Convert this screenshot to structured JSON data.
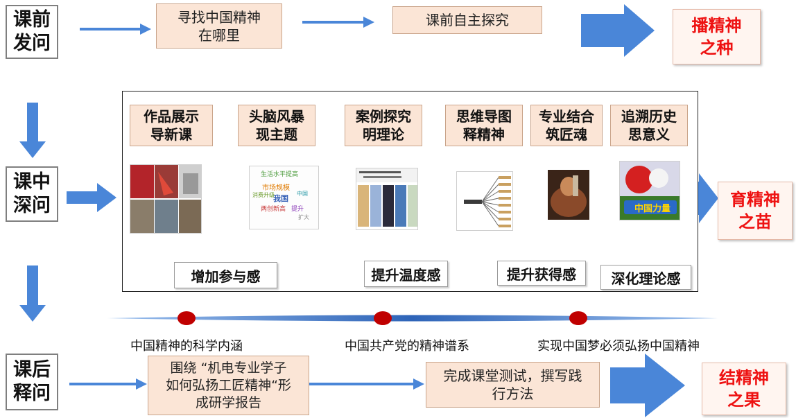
{
  "stages": {
    "pre": "课前\n发问",
    "mid": "课中\n深问",
    "post": "课后\n释问"
  },
  "pre_class": {
    "step1": "寻找中国精神\n在哪里",
    "step2": "课前自主探究",
    "goal": "播精神\n之种"
  },
  "in_class": {
    "methods": [
      "作品展示\n导新课",
      "头脑风暴\n现主题",
      "案例探究\n明理论",
      "思维导图\n释精神",
      "专业结合\n筑匠魂",
      "追溯历史\n思意义"
    ],
    "effects": [
      "增加参与感",
      "提升温度感",
      "提升获得感",
      "深化理论感"
    ],
    "goal": "育精神\n之苗",
    "wordcloud": [
      "生活水平提高",
      "市场规模",
      "我国",
      "提升",
      "消费升级",
      "两创新高",
      "中国",
      "扩大"
    ],
    "thumb_labels": [
      "中国力量"
    ]
  },
  "timeline": {
    "topics": [
      "中国精神的科学内涵",
      "中国共产党的精神谱系",
      "实现中国梦必须弘扬中国精神"
    ]
  },
  "post_class": {
    "step1": "围绕 “机电专业学子\n如何弘扬工匠精神“形\n成研学报告",
    "step2": "完成课堂测试，撰写践\n行方法",
    "goal": "结精神\n之果"
  },
  "colors": {
    "arrow_blue": "#4a86d8",
    "goal_red": "#ee1111",
    "box_peach": "#fbe5d6",
    "timeline_blue": "#3c74c4",
    "dot_red": "#c00000"
  }
}
